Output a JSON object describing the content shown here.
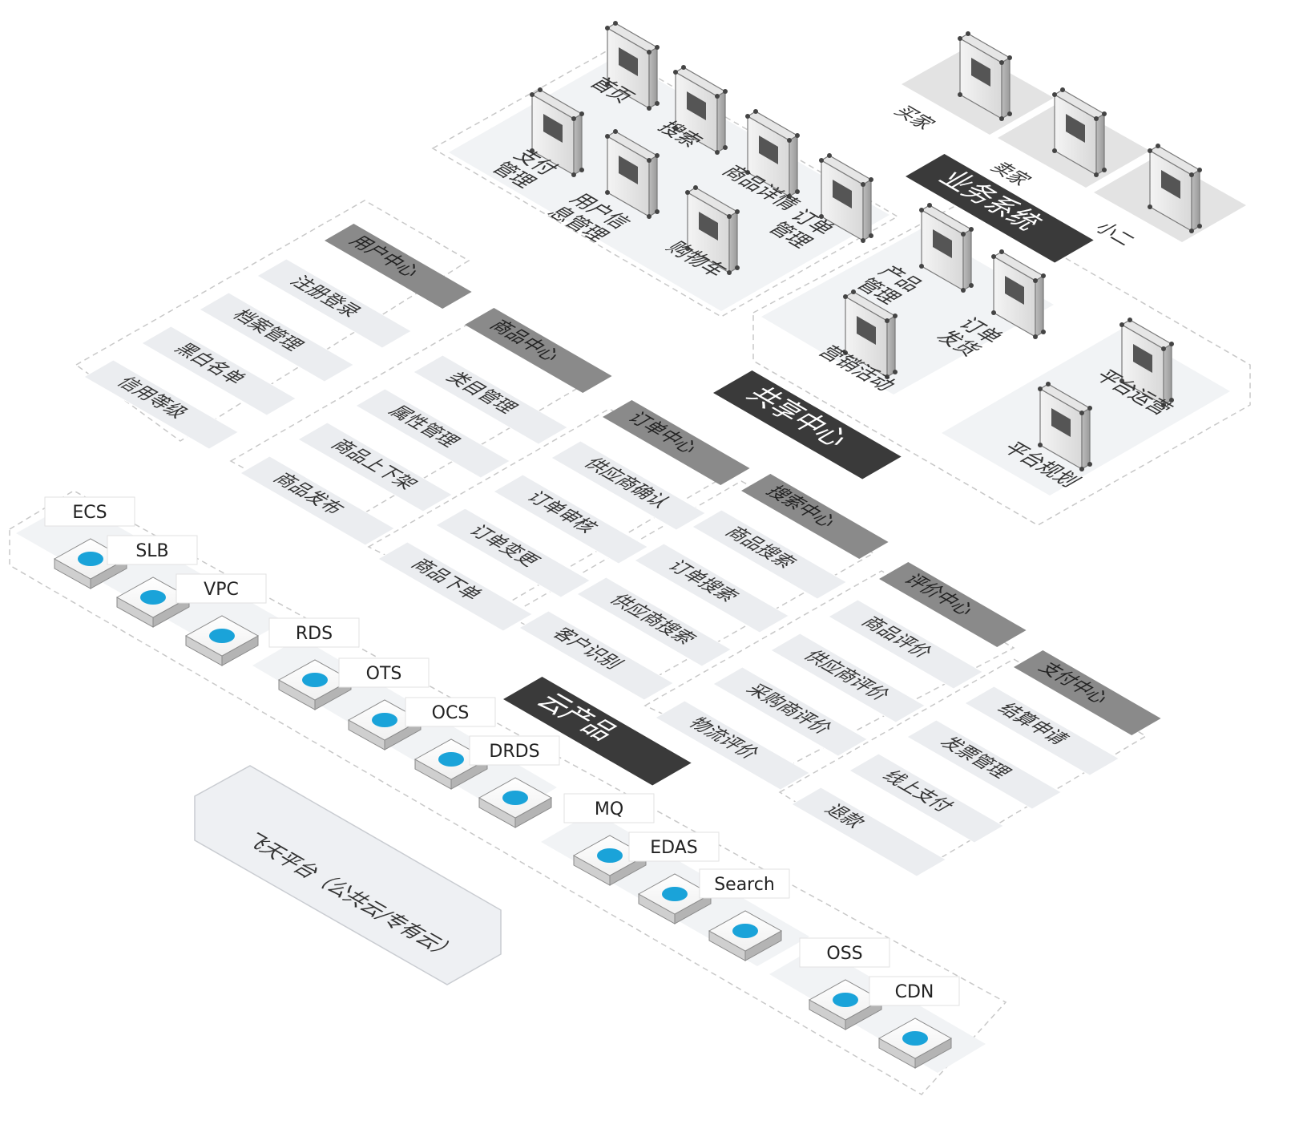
{
  "layers": {
    "business": "业务系统",
    "shared": "共享中心",
    "cloud": "云产品"
  },
  "business_modules": {
    "home": "首页",
    "search": "搜索",
    "payment": "支付\n管理",
    "user_info": "用户信\n息管理",
    "product_detail": "商品详情",
    "order_mgmt": "订单\n管理",
    "cart": "购物车",
    "product_mgmt": "产品\n管理",
    "order_ship": "订单\n发货",
    "marketing": "营销活动",
    "platform_ops": "平台运营",
    "platform_plan": "平台规划"
  },
  "roles": [
    "买家",
    "卖家",
    "小二"
  ],
  "centers": [
    {
      "title": "用户中心",
      "items": [
        "注册登录",
        "档案管理",
        "黑白名单",
        "信用等级"
      ]
    },
    {
      "title": "商品中心",
      "items": [
        "类目管理",
        "属性管理",
        "商品上下架",
        "商品发布"
      ]
    },
    {
      "title": "订单中心",
      "items": [
        "供应商确认",
        "订单审核",
        "订单变更",
        "商品下单"
      ]
    },
    {
      "title": "搜索中心",
      "items": [
        "商品搜索",
        "订单搜索",
        "供应商搜索",
        "客户识别"
      ]
    },
    {
      "title": "评价中心",
      "items": [
        "商品评价",
        "供应商评价",
        "采购商评价",
        "物流评价"
      ]
    },
    {
      "title": "支付中心",
      "items": [
        "结算申请",
        "发票管理",
        "线上支付",
        "退款"
      ]
    }
  ],
  "cloud_products": [
    "ECS",
    "SLB",
    "VPC",
    "RDS",
    "OTS",
    "OCS",
    "DRDS",
    "MQ",
    "EDAS",
    "Search",
    "OSS",
    "CDN"
  ],
  "platform": "飞天平台（公共云/专有云）",
  "colors": {
    "dark_banner": "#3a3a3a",
    "gray_banner": "#8a8a8a",
    "tile": "#eef0f3",
    "cyan_icon": "#1aa3d9"
  }
}
